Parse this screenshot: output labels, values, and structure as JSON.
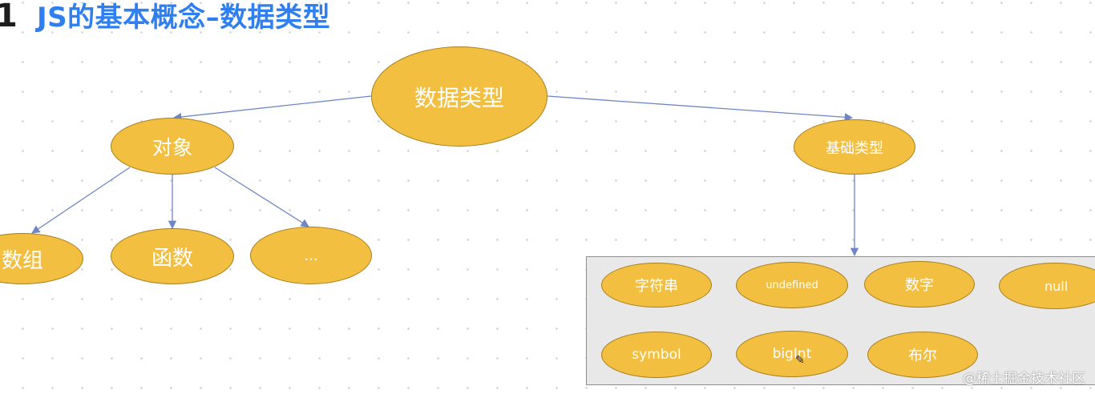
{
  "header": {
    "section_number": "1",
    "title": "JS的基本概念–数据类型"
  },
  "diagram": {
    "root": {
      "label": "数据类型"
    },
    "object_branch": {
      "label": "对象",
      "children": [
        "数组",
        "函数",
        "..."
      ]
    },
    "primitive_branch": {
      "label": "基础类型",
      "types": [
        "字符串",
        "undefined",
        "数字",
        "null",
        "symbol",
        "bigInt",
        "布尔"
      ]
    }
  },
  "colors": {
    "node_fill": "#f2bf40",
    "node_border": "#a87e1c",
    "edge": "#6f86c4",
    "title": "#2f7ff0",
    "group_box": "#e8e8e8"
  },
  "watermark": "@稀土掘金技术社区",
  "icons": [
    "pencil-cursor-icon"
  ]
}
